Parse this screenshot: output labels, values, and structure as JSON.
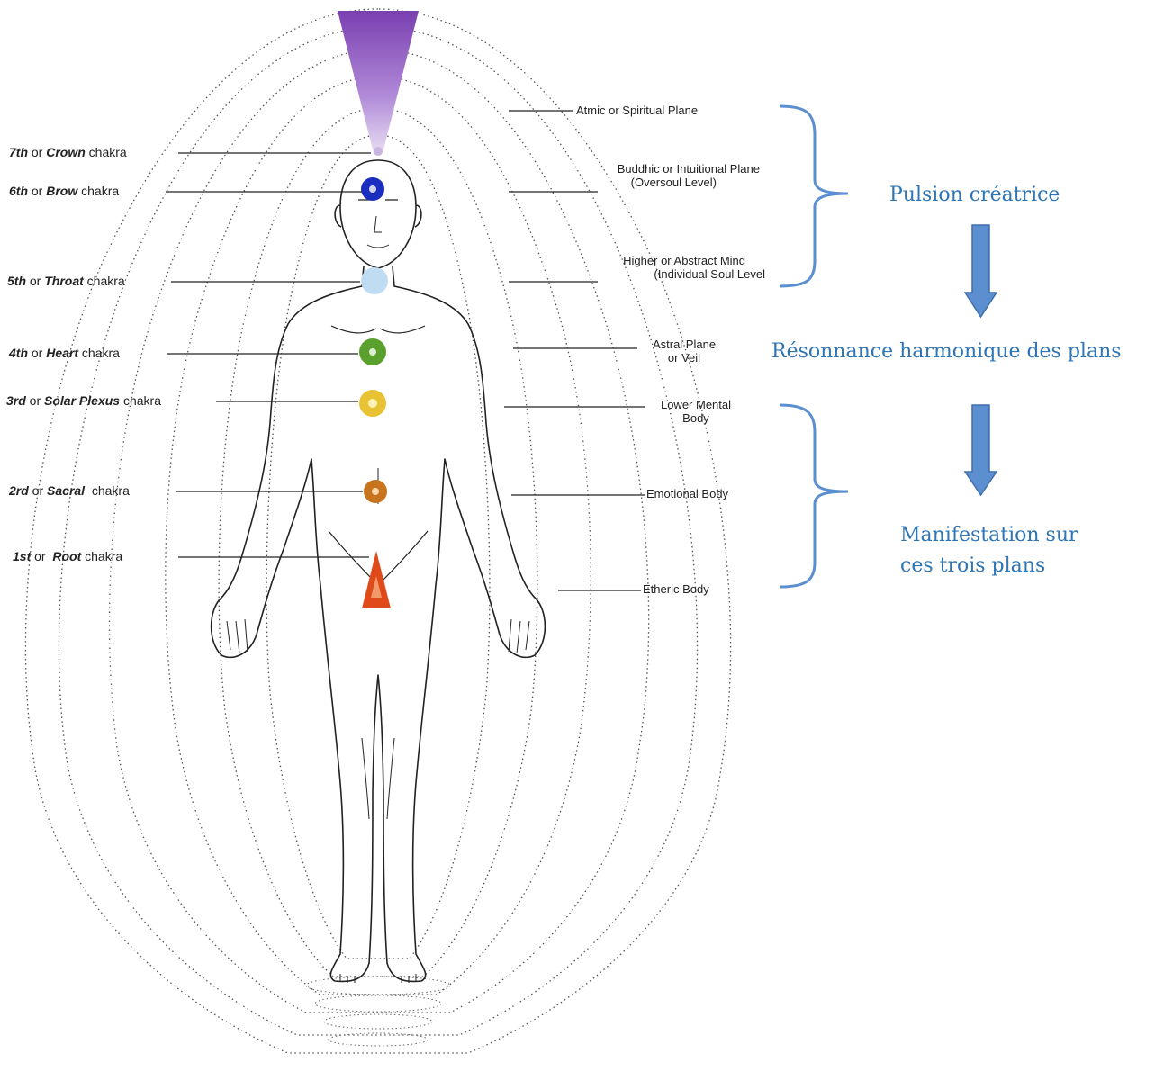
{
  "chakras": [
    {
      "ordinal": "7th",
      "joiner": " or ",
      "name": "Crown",
      "suffix": " chakra",
      "color": "#8a6bb8"
    },
    {
      "ordinal": "6th",
      "joiner": " or ",
      "name": "Brow",
      "suffix": " chakra",
      "color": "#1a2fbf"
    },
    {
      "ordinal": "5th",
      "joiner": " or ",
      "name": "Throat",
      "suffix": " chakra",
      "color": "#bfdcf2"
    },
    {
      "ordinal": "4th",
      "joiner": " or ",
      "name": "Heart",
      "suffix": " chakra",
      "color": "#5aa02c"
    },
    {
      "ordinal": "3rd",
      "joiner": " or ",
      "name": "Solar Plexus",
      "suffix": " chakra",
      "color": "#e8c232"
    },
    {
      "ordinal": "2rd",
      "joiner": " or ",
      "name": "Sacral",
      "suffix": "  chakra",
      "color": "#c8731e"
    },
    {
      "ordinal": "1st",
      "joiner": " or  ",
      "name": "Root",
      "suffix": " chakra",
      "color": "#e04a1a"
    }
  ],
  "planes": [
    {
      "line1": "Atmic or Spiritual Plane",
      "line2": ""
    },
    {
      "line1": "Buddhic or Intuitional Plane",
      "line2": "(Oversoul Level)"
    },
    {
      "line1": "Higher or Abstract Mind",
      "line2": "(Individual Soul Level"
    },
    {
      "line1": "Astral Plane",
      "line2": "or Veil"
    },
    {
      "line1": "Lower Mental",
      "line2": "Body"
    },
    {
      "line1": "Emotional Body",
      "line2": ""
    },
    {
      "line1": "Etheric Body",
      "line2": ""
    }
  ],
  "annotations": {
    "top": "Pulsion créatrice",
    "middle": "Résonnance harmonique des plans",
    "bottom_line1": "Manifestation sur",
    "bottom_line2": "ces trois plans"
  },
  "colors": {
    "accent": "#2e75b6",
    "bracket": "#5b8fd0",
    "arrow_fill": "#5b8fd0",
    "arrow_stroke": "#3f6fae",
    "crown_ray": "#9b6ccc"
  }
}
